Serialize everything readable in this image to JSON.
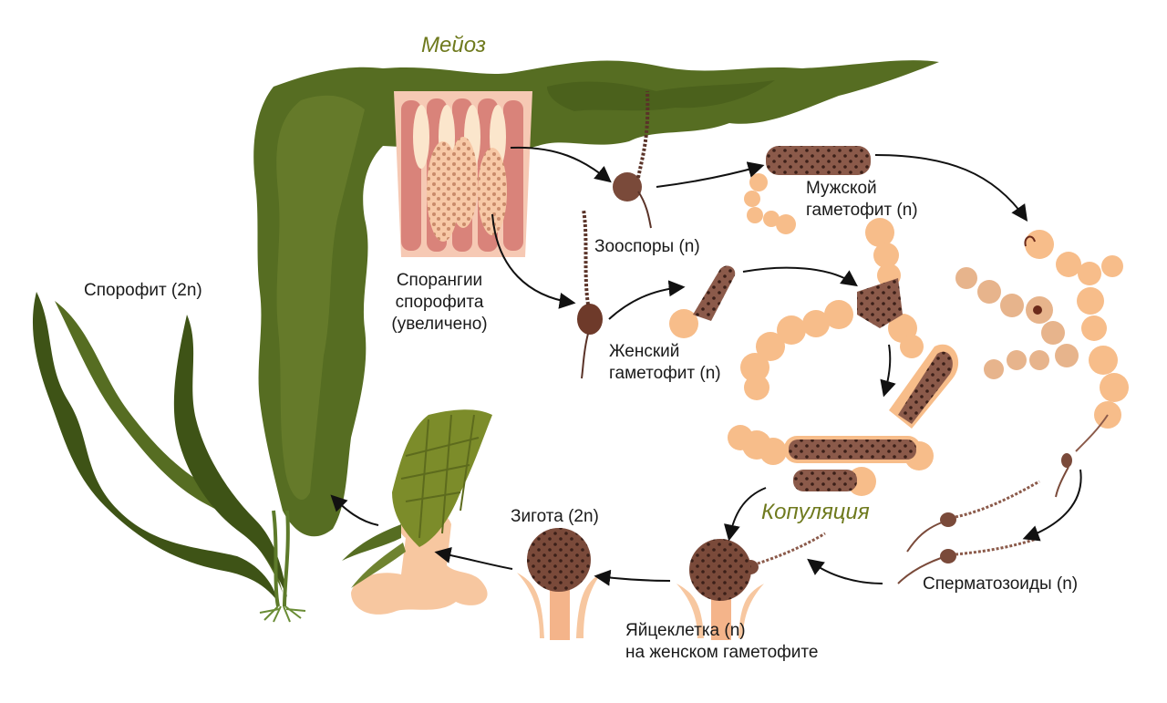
{
  "stages": {
    "meiosis": "Мейоз",
    "copulation": "Копуляция"
  },
  "labels": {
    "sporophyte": "Спорофит (2n)",
    "sporangia": "Спорангии\nспорофита\n(увеличено)",
    "zoospores": "Зооспоры (n)",
    "male_gametophyte": "Мужской\nгаметофит (n)",
    "female_gametophyte": "Женский\nгаметофит (n)",
    "spermatozoids": "Сперматозоиды (n)",
    "egg": "Яйцеклетка (n)\nна женском гаметофите",
    "zygote": "Зигота (2n)"
  },
  "colors": {
    "kelp_dark": "#3e5316",
    "kelp_mid": "#566d22",
    "kelp_light": "#6f8330",
    "stage_text": "#6f7a1e",
    "spore_brown": "#7a4a3a",
    "gametophyte_peach": "#f7bd8a",
    "arrow": "#111111"
  },
  "icons": {
    "arrow": "arrow-icon",
    "zoospore": "zoospore-icon",
    "spermatozoid": "spermatozoid-icon"
  }
}
